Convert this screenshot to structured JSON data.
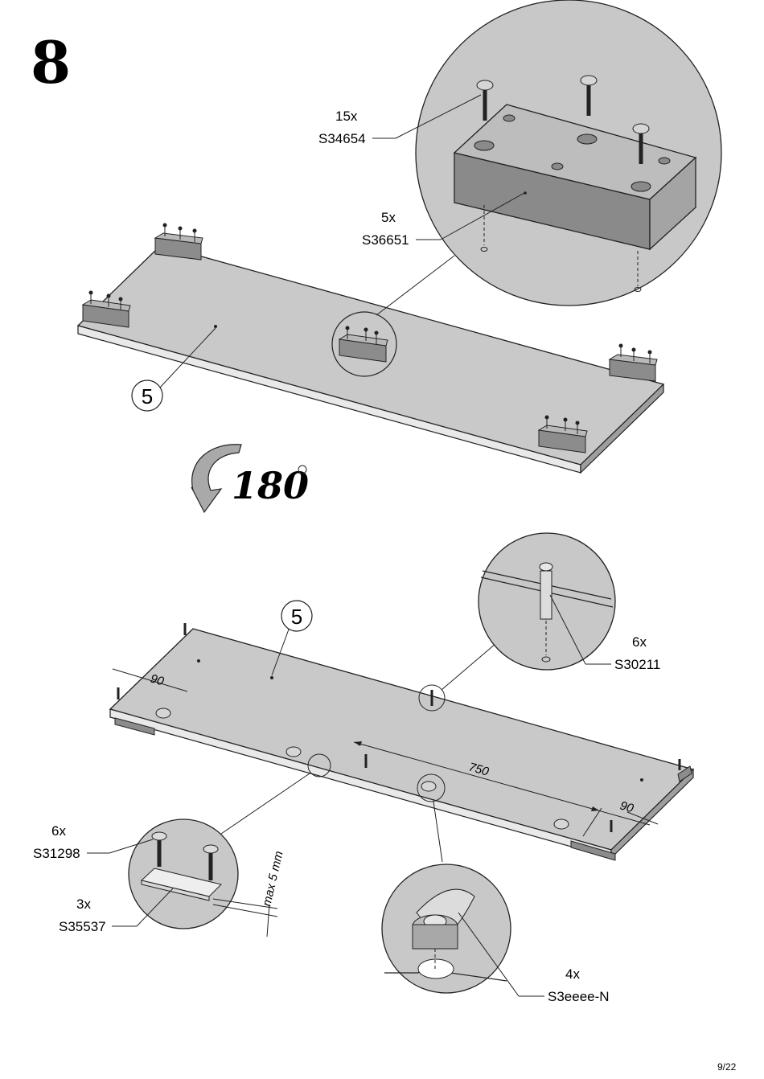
{
  "step_number": "8",
  "rotation": {
    "value": "180",
    "unit": "°"
  },
  "top_section": {
    "panel_ref": "5",
    "callouts": [
      {
        "qty": "15x",
        "code": "S34654"
      },
      {
        "qty": "5x",
        "code": "S36651"
      }
    ]
  },
  "bottom_section": {
    "panel_ref": "5",
    "dimensions": {
      "edge_offset_left": "90",
      "span": "750",
      "edge_offset_right": "90",
      "max_depth": "max 5 mm"
    },
    "callouts": [
      {
        "qty": "6x",
        "code": "S30211"
      },
      {
        "qty": "6x",
        "code": "S31298"
      },
      {
        "qty": "3x",
        "code": "S35537"
      },
      {
        "qty": "4x",
        "code": "S3eeee-N"
      }
    ]
  },
  "page_number": "9/22"
}
